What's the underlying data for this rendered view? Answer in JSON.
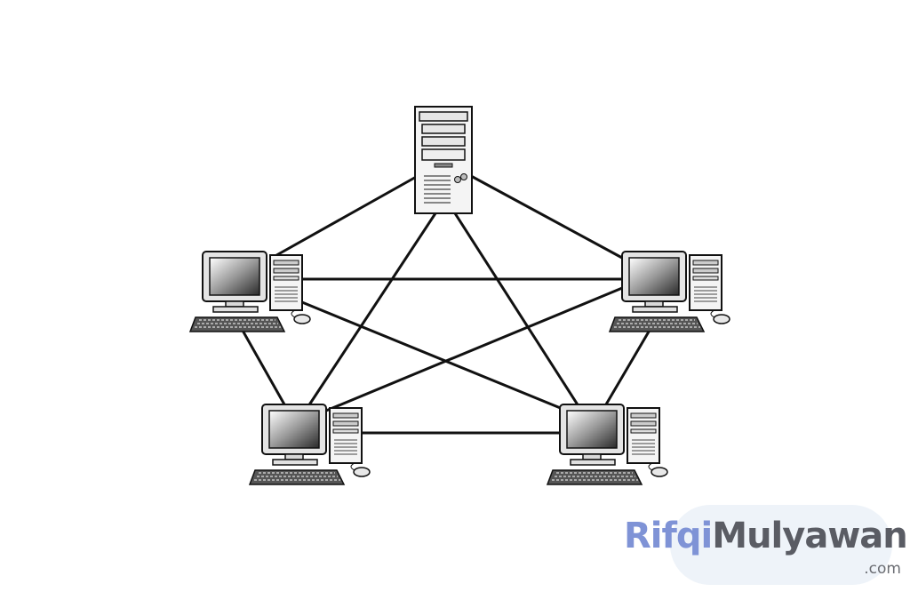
{
  "diagram": {
    "topology": "mesh",
    "nodes": [
      {
        "id": "server",
        "kind": "server-tower-icon"
      },
      {
        "id": "pc-left",
        "kind": "desktop-computer-icon"
      },
      {
        "id": "pc-right",
        "kind": "desktop-computer-icon"
      },
      {
        "id": "pc-bottom-left",
        "kind": "desktop-computer-icon"
      },
      {
        "id": "pc-bottom-right",
        "kind": "desktop-computer-icon"
      }
    ],
    "links": [
      [
        "server",
        "pc-left"
      ],
      [
        "server",
        "pc-right"
      ],
      [
        "server",
        "pc-bottom-left"
      ],
      [
        "server",
        "pc-bottom-right"
      ],
      [
        "pc-left",
        "pc-right"
      ],
      [
        "pc-left",
        "pc-bottom-left"
      ],
      [
        "pc-left",
        "pc-bottom-right"
      ],
      [
        "pc-right",
        "pc-bottom-left"
      ],
      [
        "pc-right",
        "pc-bottom-right"
      ],
      [
        "pc-bottom-left",
        "pc-bottom-right"
      ]
    ]
  },
  "watermark": {
    "part1": "Rifqi",
    "part2": "Mulyawan",
    "suffix": ".com",
    "color_primary": "#7f93d6",
    "color_secondary": "#5a5c64"
  }
}
